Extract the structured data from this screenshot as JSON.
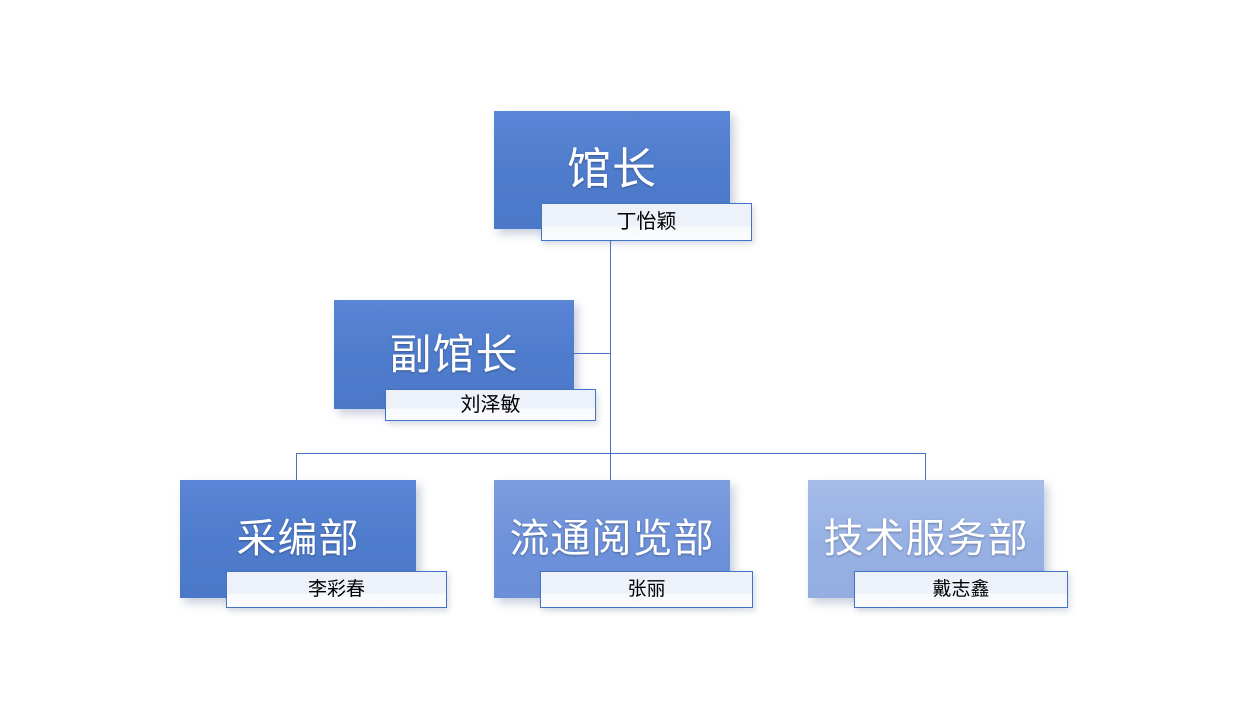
{
  "chart_data": {
    "type": "diagram",
    "diagram_type": "organization-chart",
    "title": "",
    "orientation": "top-down",
    "background_color": "#FFFFFF",
    "accent_color": "#4472C4",
    "connector_color": "#4472C4",
    "levels": 3,
    "nodes": [
      {
        "id": "director",
        "level": 1,
        "title": "馆长",
        "person": "丁怡颖",
        "fill": "#4F7CCC",
        "title_color": "#FFFFFF",
        "person_color": "#000000"
      },
      {
        "id": "deputy-director",
        "level": 2,
        "title": "副馆长",
        "person": "刘泽敏",
        "fill": "#4F7CCC",
        "title_color": "#FFFFFF",
        "person_color": "#000000"
      },
      {
        "id": "acquisitions-cataloging",
        "level": 3,
        "title": "采编部",
        "person": "李彩春",
        "fill": "#4F7CCC",
        "title_color": "#FFFFFF",
        "person_color": "#000000"
      },
      {
        "id": "circulation-reading",
        "level": 3,
        "title": "流通阅览部",
        "person": "张丽",
        "fill": "#6D91DA",
        "title_color": "#FFFFFF",
        "person_color": "#000000"
      },
      {
        "id": "technical-services",
        "level": 3,
        "title": "技术服务部",
        "person": "戴志鑫",
        "fill": "#96B0E4",
        "title_color": "#FFFFFF",
        "person_color": "#000000"
      }
    ],
    "edges": [
      {
        "from": "director",
        "to": "deputy-director"
      },
      {
        "from": "director",
        "to": "acquisitions-cataloging"
      },
      {
        "from": "director",
        "to": "circulation-reading"
      },
      {
        "from": "director",
        "to": "technical-services"
      }
    ]
  },
  "chart": {
    "director": {
      "title": "馆长",
      "person": "丁怡颖"
    },
    "deputy_director": {
      "title": "副馆长",
      "person": "刘泽敏"
    },
    "dept_acquisitions": {
      "title": "采编部",
      "person": "李彩春"
    },
    "dept_circulation": {
      "title": "流通阅览部",
      "person": "张丽"
    },
    "dept_technical": {
      "title": "技术服务部",
      "person": "戴志鑫"
    }
  }
}
